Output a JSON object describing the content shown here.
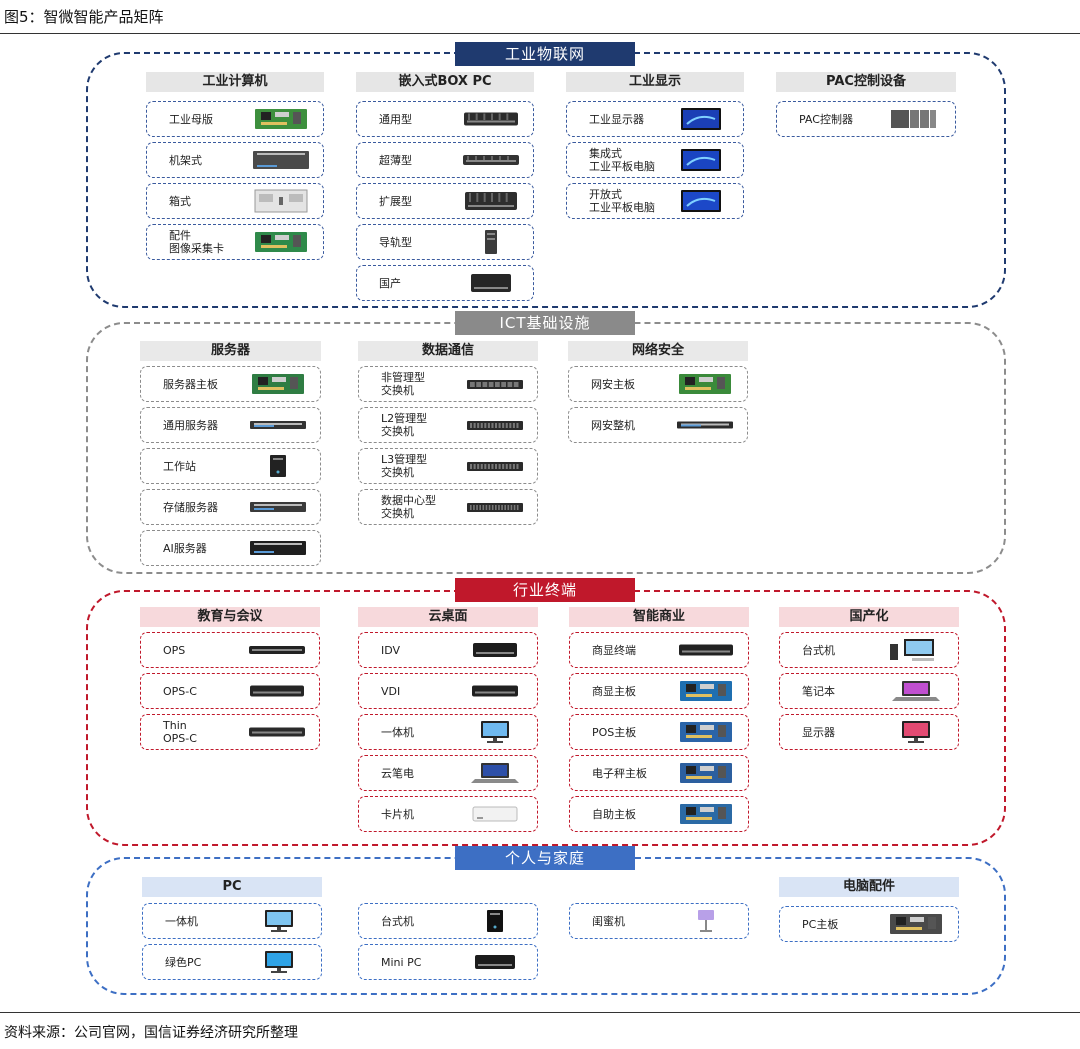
{
  "figure_title": "图5：智微智能产品矩阵",
  "source": "资料来源：公司官网，国信证券经济研究所整理",
  "sections": [
    {
      "banner": "工业物联网",
      "categories": [
        {
          "title": "工业计算机",
          "items": [
            {
              "label": "工业母版",
              "icon": "green-board-icon"
            },
            {
              "label": "机架式",
              "icon": "rack-chassis-icon"
            },
            {
              "label": "箱式",
              "icon": "box-chassis-icon"
            },
            {
              "label": "配件\n图像采集卡",
              "icon": "capture-card-icon"
            }
          ]
        },
        {
          "title": "嵌入式BOX PC",
          "items": [
            {
              "label": "通用型",
              "icon": "box-pc-icon"
            },
            {
              "label": "超薄型",
              "icon": "slim-box-pc-icon"
            },
            {
              "label": "扩展型",
              "icon": "expansion-box-pc-icon"
            },
            {
              "label": "导轨型",
              "icon": "din-rail-pc-icon"
            },
            {
              "label": "国产",
              "icon": "domestic-box-pc-icon"
            }
          ]
        },
        {
          "title": "工业显示",
          "items": [
            {
              "label": "工业显示器",
              "icon": "industrial-monitor-icon"
            },
            {
              "label": "集成式\n工业平板电脑",
              "icon": "panel-pc-icon"
            },
            {
              "label": "开放式\n工业平板电脑",
              "icon": "open-panel-pc-icon"
            }
          ]
        },
        {
          "title": "PAC控制设备",
          "items": [
            {
              "label": "PAC控制器",
              "icon": "pac-controller-icon"
            }
          ]
        }
      ]
    },
    {
      "banner": "ICT基础设施",
      "categories": [
        {
          "title": "服务器",
          "items": [
            {
              "label": "服务器主板",
              "icon": "server-board-icon"
            },
            {
              "label": "通用服务器",
              "icon": "rack-server-icon"
            },
            {
              "label": "工作站",
              "icon": "workstation-icon"
            },
            {
              "label": "存储服务器",
              "icon": "storage-server-icon"
            },
            {
              "label": "AI服务器",
              "icon": "ai-server-icon"
            }
          ]
        },
        {
          "title": "数据通信",
          "items": [
            {
              "label": "非管理型\n交换机",
              "icon": "unmanaged-switch-icon"
            },
            {
              "label": "L2管理型\n交换机",
              "icon": "l2-switch-icon"
            },
            {
              "label": "L3管理型\n交换机",
              "icon": "l3-switch-icon"
            },
            {
              "label": "数据中心型\n交换机",
              "icon": "datacenter-switch-icon"
            }
          ]
        },
        {
          "title": "网络安全",
          "items": [
            {
              "label": "网安主板",
              "icon": "security-board-icon"
            },
            {
              "label": "网安整机",
              "icon": "security-appliance-icon"
            }
          ]
        }
      ]
    },
    {
      "banner": "行业终端",
      "categories": [
        {
          "title": "教育与会议",
          "items": [
            {
              "label": "OPS",
              "icon": "ops-module-icon"
            },
            {
              "label": "OPS-C",
              "icon": "ops-c-module-icon"
            },
            {
              "label": "Thin\nOPS-C",
              "icon": "thin-ops-c-icon"
            }
          ]
        },
        {
          "title": "云桌面",
          "items": [
            {
              "label": "IDV",
              "icon": "idv-client-icon"
            },
            {
              "label": "VDI",
              "icon": "vdi-client-icon"
            },
            {
              "label": "一体机",
              "icon": "all-in-one-icon"
            },
            {
              "label": "云笔电",
              "icon": "cloud-laptop-icon"
            },
            {
              "label": "卡片机",
              "icon": "card-pc-icon"
            }
          ]
        },
        {
          "title": "智能商业",
          "items": [
            {
              "label": "商显终端",
              "icon": "signage-box-icon"
            },
            {
              "label": "商显主板",
              "icon": "signage-board-icon"
            },
            {
              "label": "POS主板",
              "icon": "pos-board-icon"
            },
            {
              "label": "电子秤主板",
              "icon": "scale-board-icon"
            },
            {
              "label": "自助主板",
              "icon": "kiosk-board-icon"
            }
          ]
        },
        {
          "title": "国产化",
          "items": [
            {
              "label": "台式机",
              "icon": "desktop-pc-icon"
            },
            {
              "label": "笔记本",
              "icon": "laptop-icon"
            },
            {
              "label": "显示器",
              "icon": "monitor-icon"
            }
          ]
        }
      ]
    },
    {
      "banner": "个人与家庭",
      "categories": [
        {
          "title": "PC",
          "items": [
            {
              "label": "一体机",
              "icon": "all-in-one-pc-icon"
            },
            {
              "label": "绿色PC",
              "icon": "green-pc-icon"
            }
          ]
        },
        {
          "title": "",
          "items": [
            {
              "label": "台式机",
              "icon": "tower-pc-icon"
            },
            {
              "label": "Mini PC",
              "icon": "mini-pc-icon"
            }
          ]
        },
        {
          "title": "",
          "items": [
            {
              "label": "闺蜜机",
              "icon": "rolling-screen-icon"
            }
          ]
        },
        {
          "title": "电脑配件",
          "items": [
            {
              "label": "PC主板",
              "icon": "pc-motherboard-icon"
            }
          ]
        }
      ]
    }
  ]
}
